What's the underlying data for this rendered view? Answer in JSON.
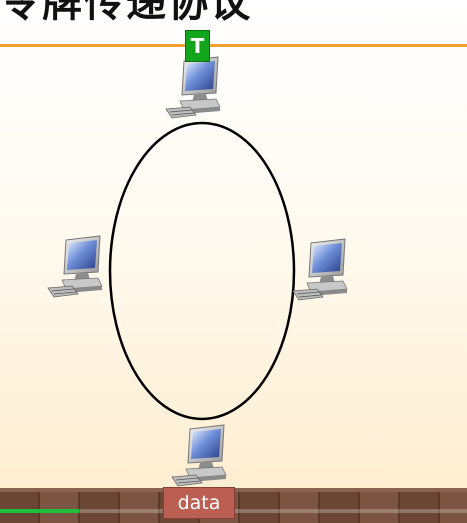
{
  "slide": {
    "title": "令牌传递协议"
  },
  "token": {
    "label": "T"
  },
  "packet": {
    "label": "data"
  },
  "playback": {
    "progress_fraction": 0.17
  },
  "colors": {
    "title_rule": "#f0a030",
    "token": "#13a51c",
    "packet": "#bb5f53",
    "ring": "#000000",
    "progress": "#1fbf3a"
  },
  "nodes": [
    {
      "name": "top-computer",
      "icon": "computer-icon"
    },
    {
      "name": "left-computer",
      "icon": "computer-icon"
    },
    {
      "name": "right-computer",
      "icon": "computer-icon"
    },
    {
      "name": "bottom-computer",
      "icon": "computer-icon"
    }
  ]
}
